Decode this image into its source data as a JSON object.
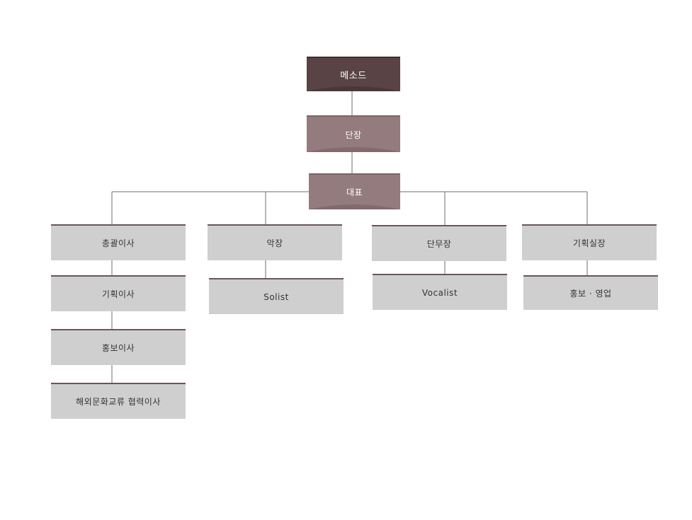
{
  "org_chart": {
    "top": "메소드",
    "leader": "단장",
    "representative": "대표",
    "branch_1": [
      "총괄이사",
      "기획이사",
      "홍보이사",
      "해외문화교류 협력이사"
    ],
    "branch_2": [
      "악장",
      "Solist"
    ],
    "branch_3": [
      "단무장",
      "Vocalist"
    ],
    "branch_4": [
      "기획실장",
      "홍보 · 영업"
    ]
  },
  "colors": {
    "top_box": "#594344",
    "mid_box": "#947b7d",
    "sub_box": "#cfcfcf",
    "connector": "#6e6e6e"
  }
}
